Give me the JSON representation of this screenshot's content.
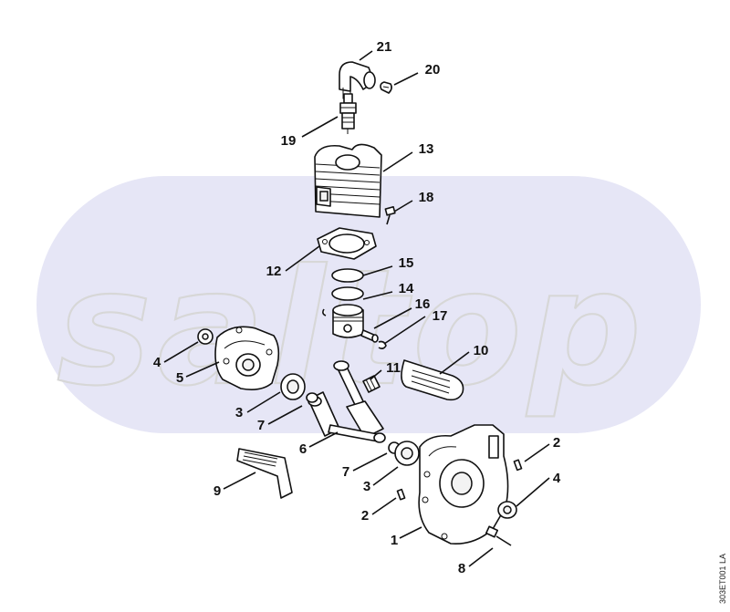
{
  "diagram": {
    "watermark": "saltop",
    "drawing_code": "303ET001 LA",
    "colors": {
      "band": "#e6e6f6",
      "ink": "#111111",
      "watermark_stroke": "#d7d7d7"
    },
    "callouts": [
      {
        "id": "c21",
        "label": "21"
      },
      {
        "id": "c20",
        "label": "20"
      },
      {
        "id": "c19",
        "label": "19"
      },
      {
        "id": "c13",
        "label": "13"
      },
      {
        "id": "c18",
        "label": "18"
      },
      {
        "id": "c12",
        "label": "12"
      },
      {
        "id": "c15",
        "label": "15"
      },
      {
        "id": "c14",
        "label": "14"
      },
      {
        "id": "c16",
        "label": "16"
      },
      {
        "id": "c17",
        "label": "17"
      },
      {
        "id": "c10",
        "label": "10"
      },
      {
        "id": "c11",
        "label": "11"
      },
      {
        "id": "c4a",
        "label": "4"
      },
      {
        "id": "c5",
        "label": "5"
      },
      {
        "id": "c3a",
        "label": "3"
      },
      {
        "id": "c7a",
        "label": "7"
      },
      {
        "id": "c6",
        "label": "6"
      },
      {
        "id": "c7b",
        "label": "7"
      },
      {
        "id": "c3b",
        "label": "3"
      },
      {
        "id": "c2a",
        "label": "2"
      },
      {
        "id": "c2b",
        "label": "2"
      },
      {
        "id": "c4b",
        "label": "4"
      },
      {
        "id": "c1",
        "label": "1"
      },
      {
        "id": "c9",
        "label": "9"
      },
      {
        "id": "c8",
        "label": "8"
      }
    ]
  }
}
